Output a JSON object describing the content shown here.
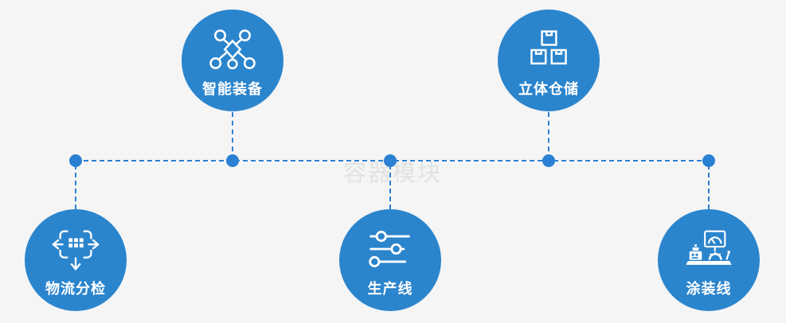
{
  "watermark": "容器模块",
  "colors": {
    "node_blue": "#2b85cd",
    "line_blue": "#2a80d2",
    "background": "#f5f5f6",
    "icon_white": "#ffffff",
    "watermark_gray": "#e2e2e4"
  },
  "nodes": [
    {
      "label": "智能装备",
      "icon": "network-icon",
      "position": "top-left"
    },
    {
      "label": "立体仓储",
      "icon": "boxes-icon",
      "position": "top-right"
    },
    {
      "label": "物流分检",
      "icon": "sort-dispatch-icon",
      "position": "bottom-left"
    },
    {
      "label": "生产线",
      "icon": "sliders-icon",
      "position": "bottom-center"
    },
    {
      "label": "涂装线",
      "icon": "coating-machine-icon",
      "position": "bottom-right"
    }
  ]
}
